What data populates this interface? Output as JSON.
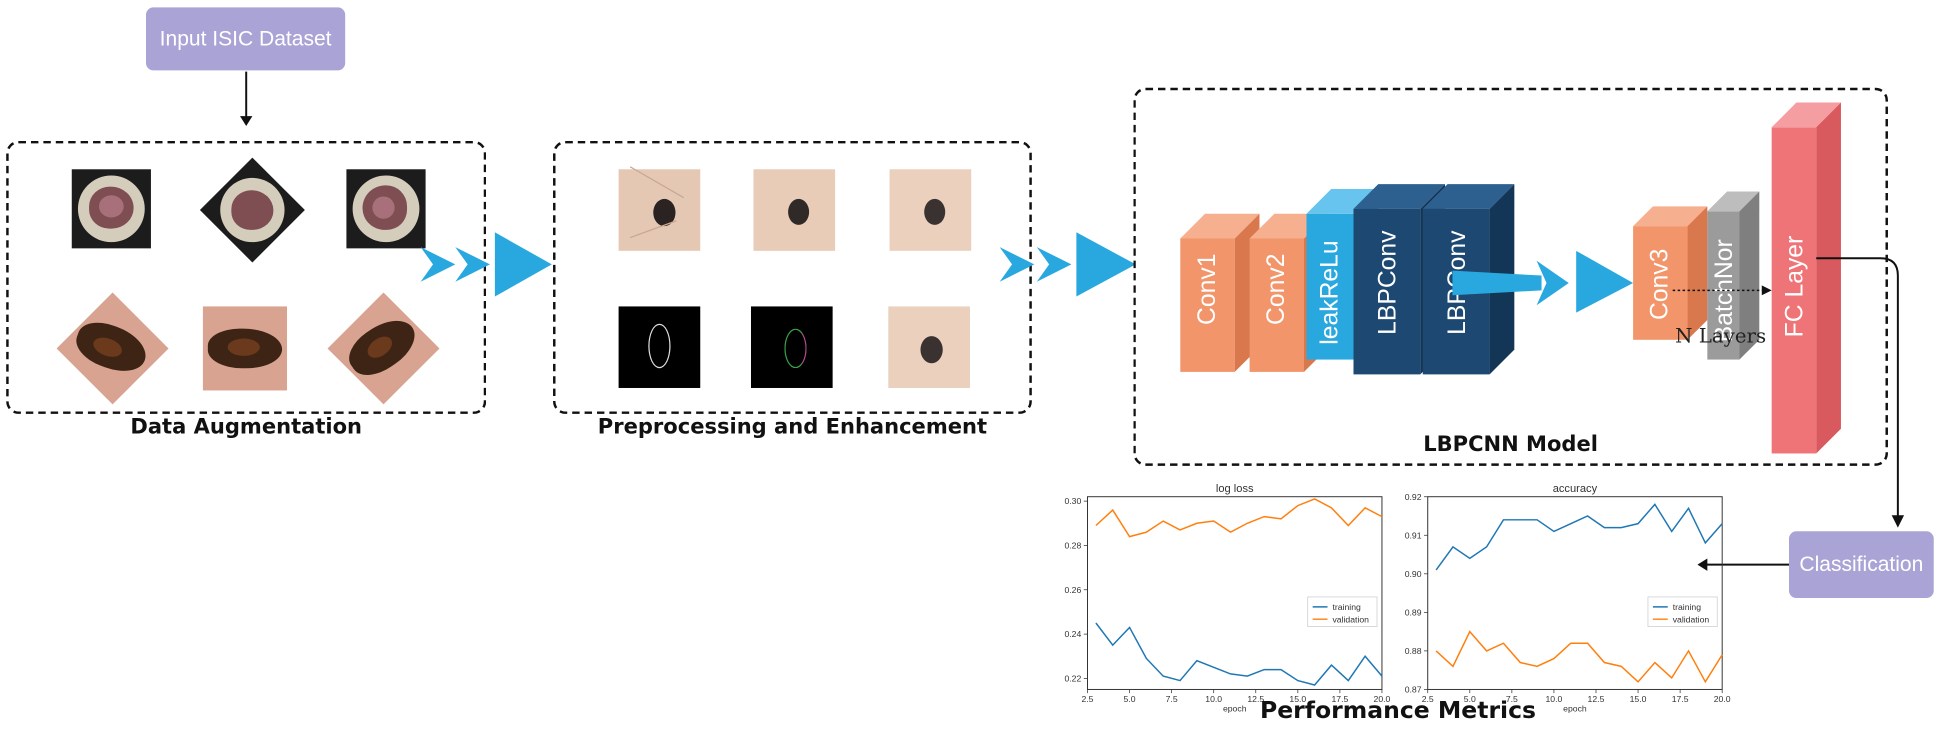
{
  "input_box": {
    "label": "Input ISIC Dataset"
  },
  "stages": {
    "augmentation": {
      "caption": "Data Augmentation"
    },
    "preprocessing": {
      "caption": "Preprocessing and Enhancement"
    },
    "model": {
      "caption": "LBPCNN Model"
    }
  },
  "layers": {
    "conv1": "Conv1",
    "conv2": "Conv2",
    "leakrelu": "leakReLu",
    "lbpconv1": "LBPConv",
    "lbpconv2": "LBPConv",
    "conv3": "Conv3",
    "batchnorm": "BatchNor",
    "fc": "FC Layer",
    "n_layers": "N Layers"
  },
  "classification": {
    "label": "Classification"
  },
  "metrics": {
    "caption": "Performance Metrics"
  },
  "colors": {
    "purple_box": "#aaa4d6",
    "orange_layer": "#f2956a",
    "cyan_layer": "#29a8e0",
    "navy_layer": "#1c4872",
    "gray_layer": "#9b9b9b",
    "red_layer": "#ef7478",
    "arrow_blue": "#29a8e0",
    "training": "#1f77b4",
    "validation": "#ff7f0e"
  },
  "chart_data": [
    {
      "type": "line",
      "title": "log loss",
      "xlabel": "epoch",
      "ylabel": "",
      "xlim": [
        2.5,
        20.0
      ],
      "ylim": [
        0.215,
        0.302
      ],
      "xticks": [
        "2.5",
        "5.0",
        "7.5",
        "10.0",
        "12.5",
        "15.0",
        "17.5",
        "20.0"
      ],
      "yticks": [
        "0.22",
        "0.24",
        "0.26",
        "0.28",
        "0.30"
      ],
      "legend": "right",
      "x": [
        3,
        4,
        5,
        6,
        7,
        8,
        9,
        10,
        11,
        12,
        13,
        14,
        15,
        16,
        17,
        18,
        19,
        20
      ],
      "series": [
        {
          "name": "training",
          "values": [
            0.245,
            0.235,
            0.243,
            0.229,
            0.221,
            0.219,
            0.228,
            0.225,
            0.222,
            0.221,
            0.224,
            0.224,
            0.219,
            0.217,
            0.226,
            0.219,
            0.23,
            0.221
          ]
        },
        {
          "name": "validation",
          "values": [
            0.289,
            0.296,
            0.284,
            0.286,
            0.291,
            0.287,
            0.29,
            0.291,
            0.286,
            0.29,
            0.293,
            0.292,
            0.298,
            0.301,
            0.297,
            0.289,
            0.297,
            0.293
          ]
        }
      ]
    },
    {
      "type": "line",
      "title": "accuracy",
      "xlabel": "epoch",
      "ylabel": "",
      "xlim": [
        2.5,
        20.0
      ],
      "ylim": [
        0.87,
        0.92
      ],
      "xticks": [
        "2.5",
        "5.0",
        "7.5",
        "10.0",
        "12.5",
        "15.0",
        "17.5",
        "20.0"
      ],
      "yticks": [
        "0.87",
        "0.88",
        "0.89",
        "0.90",
        "0.91",
        "0.92"
      ],
      "legend": "right",
      "x": [
        3,
        4,
        5,
        6,
        7,
        8,
        9,
        10,
        11,
        12,
        13,
        14,
        15,
        16,
        17,
        18,
        19,
        20
      ],
      "series": [
        {
          "name": "training",
          "values": [
            0.901,
            0.907,
            0.904,
            0.907,
            0.914,
            0.914,
            0.914,
            0.911,
            0.913,
            0.915,
            0.912,
            0.912,
            0.913,
            0.918,
            0.911,
            0.917,
            0.908,
            0.913
          ]
        },
        {
          "name": "validation",
          "values": [
            0.88,
            0.876,
            0.885,
            0.88,
            0.882,
            0.877,
            0.876,
            0.878,
            0.882,
            0.882,
            0.877,
            0.876,
            0.872,
            0.877,
            0.873,
            0.88,
            0.872,
            0.879
          ]
        }
      ]
    }
  ]
}
